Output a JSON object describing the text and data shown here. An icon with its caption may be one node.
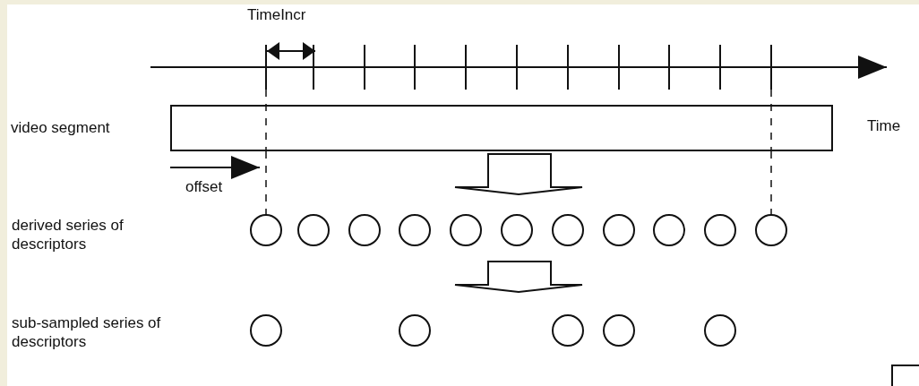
{
  "diagram": {
    "nodes": [
      {
        "text": [
          "video segment"
        ]
      },
      {
        "text": [
          "derived series of descriptors"
        ]
      },
      {
        "text": [],
        "shape": "circle",
        "in": 1
      },
      {
        "text": [],
        "shape": "circle",
        "in": 1
      },
      {
        "text": [],
        "shape": "circle",
        "in": 1
      },
      {
        "text": [],
        "shape": "circle",
        "in": 1
      },
      {
        "text": [],
        "shape": "circle",
        "in": 1
      },
      {
        "text": [],
        "shape": "circle",
        "in": 1
      },
      {
        "text": [],
        "shape": "circle",
        "in": 1
      },
      {
        "text": [],
        "shape": "circle",
        "in": 1
      },
      {
        "text": [],
        "shape": "circle",
        "in": 1
      },
      {
        "text": [],
        "shape": "circle",
        "in": 1
      },
      {
        "text": [],
        "shape": "circle",
        "in": 1
      },
      {
        "text": [
          "sub-sampled series of descriptors"
        ]
      },
      {
        "text": [],
        "shape": "circle",
        "in": 13
      },
      {
        "text": [],
        "shape": "circle",
        "in": 13
      },
      {
        "text": [],
        "shape": "circle",
        "in": 13
      },
      {
        "text": [],
        "shape": "circle",
        "in": 13
      },
      {
        "text": [],
        "shape": "circle",
        "in": 13
      }
    ],
    "edges": [
      {
        "from": 0,
        "to": 2,
        "arrow": "none",
        "style": "dashed"
      },
      {
        "from": 0,
        "to": 12,
        "arrow": "none",
        "style": "dashed"
      },
      {
        "from": 0,
        "to": 1,
        "arrow": "to"
      },
      {
        "from": 1,
        "to": 13,
        "arrow": "to"
      }
    ],
    "labels": [
      "TimeIncr",
      "Time",
      "offset"
    ]
  }
}
